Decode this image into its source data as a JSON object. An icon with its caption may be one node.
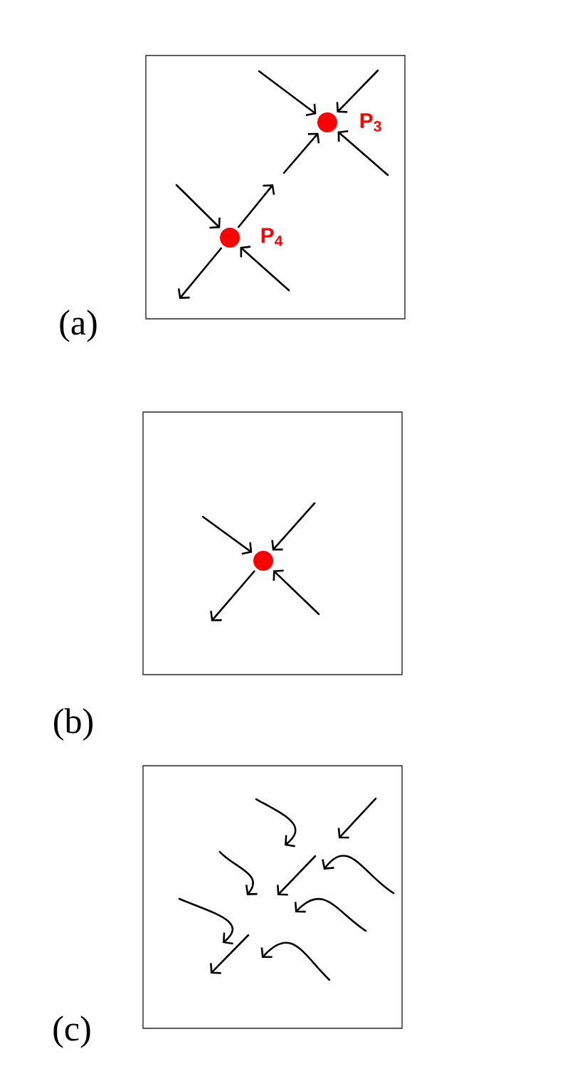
{
  "diagram": {
    "nodes": [
      {
        "text": [],
        "shape": "circle",
        "beside": [
          "P$_{3}$"
        ]
      },
      {
        "text": [],
        "shape": "circle",
        "beside": [
          "P$_{4}$"
        ]
      },
      {
        "text": [],
        "shape": "circle"
      }
    ],
    "edges": [
      {
        "from": null,
        "to": 0,
        "arrow": "to"
      },
      {
        "from": null,
        "to": 0,
        "arrow": "to"
      },
      {
        "from": null,
        "to": 0,
        "arrow": "to"
      },
      {
        "from": 1,
        "to": null,
        "arrow": "to"
      },
      {
        "from": null,
        "to": 1,
        "arrow": "to"
      },
      {
        "from": null,
        "to": 1,
        "arrow": "to"
      },
      {
        "from": 1,
        "to": null,
        "arrow": "to"
      },
      {
        "from": null,
        "to": 2,
        "arrow": "to"
      },
      {
        "from": null,
        "to": 2,
        "arrow": "to"
      },
      {
        "from": null,
        "to": 2,
        "arrow": "to"
      },
      {
        "from": 2,
        "to": null,
        "arrow": "to"
      },
      {
        "from": null,
        "to": 0,
        "arrow": "to"
      }
    ],
    "labels": [
      "(a)",
      "(b)",
      "(c)"
    ]
  }
}
